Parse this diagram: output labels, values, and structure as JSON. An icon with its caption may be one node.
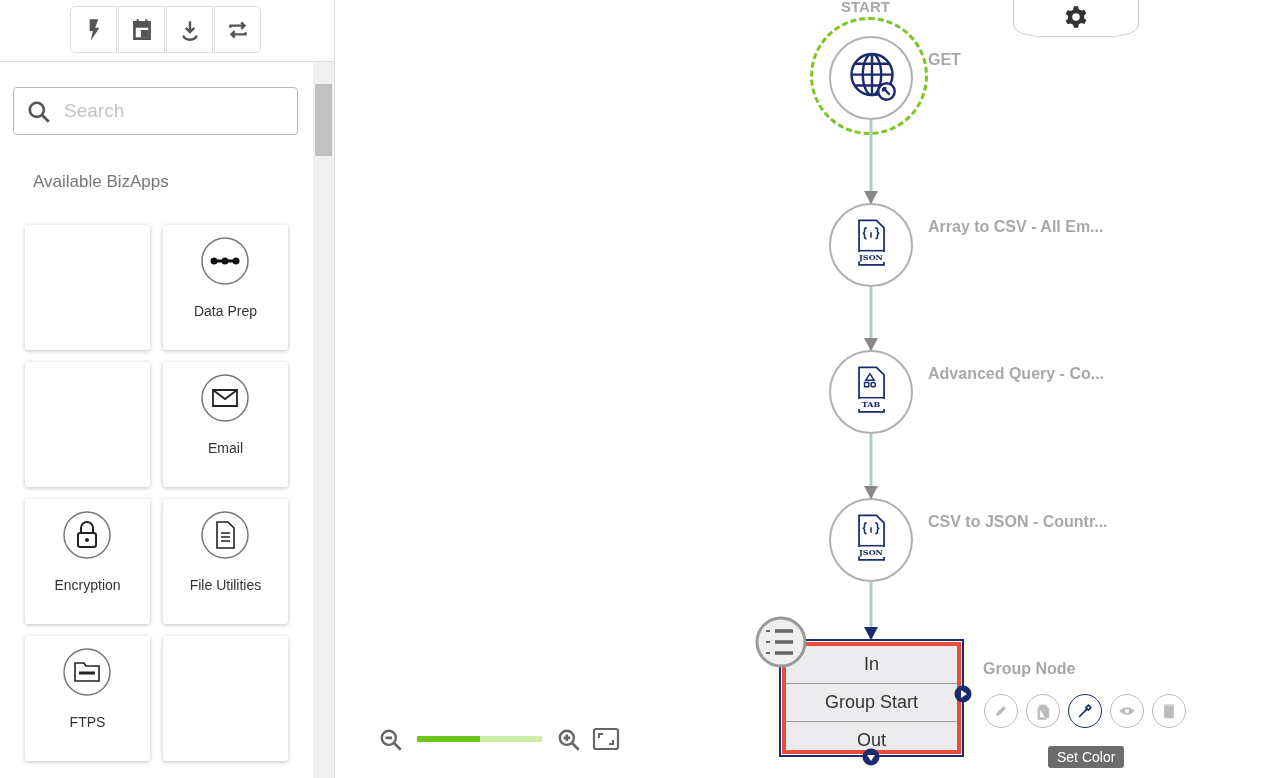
{
  "diagram": {
    "nodes": [
      {
        "text": [],
        "shape": "circle",
        "beside": [
          "START",
          "GET"
        ]
      },
      {
        "text": [
          "JSON"
        ],
        "beside": [
          "Array to CSV - All Em..."
        ]
      },
      {
        "text": [
          "TAB"
        ],
        "beside": [
          "Advanced Query - Co..."
        ]
      },
      {
        "text": [
          "JSON"
        ],
        "beside": [
          "CSV to JSON - Countr..."
        ]
      },
      {
        "text": [
          "In",
          "Group Start",
          "Out"
        ],
        "beside": [
          "Group Node"
        ]
      },
      {
        "text": [],
        "shape": "box"
      },
      {
        "text": [
          "Data Prep"
        ]
      },
      {
        "text": [],
        "shape": "box"
      },
      {
        "text": [
          "Email"
        ]
      },
      {
        "text": [
          "Encryption"
        ]
      },
      {
        "text": [
          "File Utilities"
        ]
      },
      {
        "text": [
          "FTPS"
        ]
      },
      {
        "text": [],
        "shape": "box"
      }
    ],
    "edges": [
      {
        "from": 0,
        "to": 1,
        "arrow": "to"
      },
      {
        "from": 1,
        "to": 2,
        "arrow": "to"
      },
      {
        "from": 2,
        "to": 3,
        "arrow": "to"
      },
      {
        "from": 3,
        "to": 4,
        "arrow": "to"
      }
    ],
    "labels": [
      "Search",
      "Available BizApps",
      "Set Color"
    ]
  }
}
